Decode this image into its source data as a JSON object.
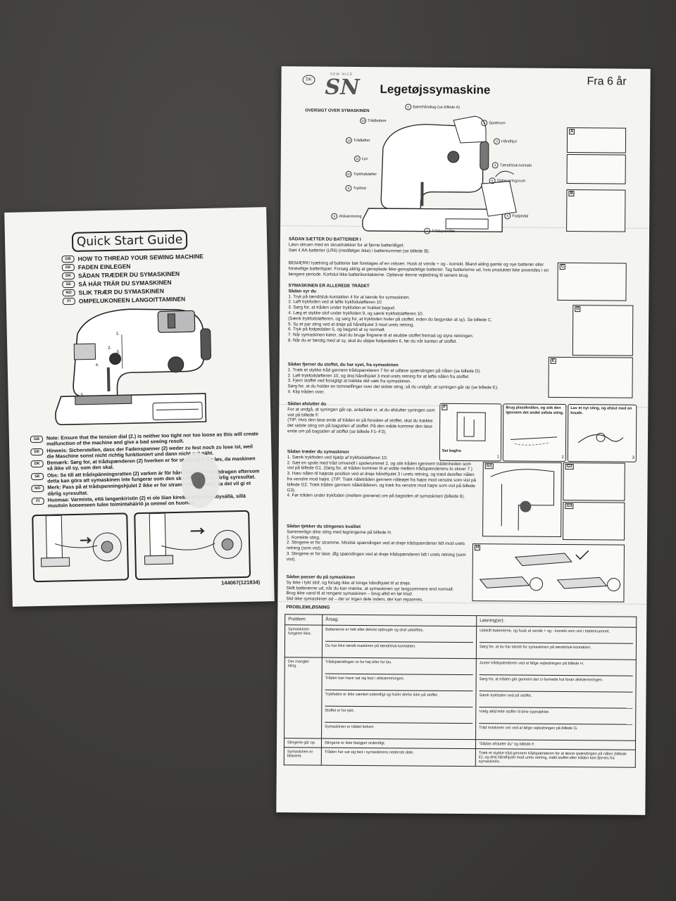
{
  "quick_start": {
    "title": "Quick Start Guide",
    "lines": [
      {
        "lang": "GB",
        "text": "HOW TO THREAD YOUR SEWING MACHINE"
      },
      {
        "lang": "DE",
        "text": "FADEN EINLEGEN"
      },
      {
        "lang": "DK",
        "text": "SÅDAN TRÆDER DU SYMASKINEN"
      },
      {
        "lang": "SE",
        "text": "SÅ HÄR TRÄR DU SYMASKINEN"
      },
      {
        "lang": "NO",
        "text": "SLIK TRÆR DU SYMASKINEN"
      },
      {
        "lang": "FI",
        "text": "OMPELUKONEEN LANGOITTAMINEN"
      }
    ],
    "diagram_labels": [
      "1.",
      "2.",
      "3.",
      "4.",
      "5."
    ],
    "notes": [
      {
        "lang": "GB",
        "text": "Note: Ensure that the tension dial (2.) is neither too tight nor too loose as this will create malfunction of the machine and give a bad sewing result."
      },
      {
        "lang": "DE",
        "text": "Hinweis: Sicherstellen, dass der Fadenspanner (2) weder zu fest noch zu lose ist, weil die Maschine sonst nicht richtig funktioniert und dann nicht gut näht."
      },
      {
        "lang": "DK",
        "text": "Bemærk: Sørg for, at trådspænderen (2) hverken er for stram eller for løs, da maskinen så ikke vil sy, som den skal."
      },
      {
        "lang": "SE",
        "text": "Obs: Se till att trådspänningsratten (2) varken är för hård eller för löst åtdragen eftersom detta kan göra att symaskinen inte fungerar som den ska, det vil gi et dårlig syresultat."
      },
      {
        "lang": "NO",
        "text": "Merk: Pass på at trådspenningshjulet 2 ikke er for stramt eller for løst, da det vil gi et dårlig syresultat."
      },
      {
        "lang": "FI",
        "text": "Huomaa: Varmista, että langankiristin (2) ei ole liian kireällä eikä liian löysällä, sillä muutoin koneeseen tulee toimintahäiriö ja ommel on huonoa."
      }
    ],
    "code": "144067(121834)"
  },
  "manual": {
    "lang_badge": "DK",
    "brand_small": "SEW NICE",
    "brand": "SN",
    "title": "Legetøjssymaskine",
    "age": "Fra 6 år",
    "overview_heading": "OVERSIGT OVER SYMASKINEN",
    "callouts": [
      {
        "n": "1",
        "text": "Bærehåndtag (se billede A)"
      },
      {
        "n": "13",
        "text": "Trådledere"
      },
      {
        "n": "2",
        "text": "Spolerum"
      },
      {
        "n": "12",
        "text": "Trådløfter"
      },
      {
        "n": "3",
        "text": "Håndhjul"
      },
      {
        "n": "11",
        "text": "Lys"
      },
      {
        "n": "4",
        "text": "Tænd/sluk-kontakt"
      },
      {
        "n": "10",
        "text": "Trykfodsløfter"
      },
      {
        "n": "5",
        "text": "Opbevaringsrum"
      },
      {
        "n": "9",
        "text": "Trykfod"
      },
      {
        "n": "6",
        "text": "Fodpedal"
      },
      {
        "n": "8",
        "text": "Afskærmning"
      },
      {
        "n": "7",
        "text": "Trådspænder"
      }
    ],
    "sections": [
      {
        "heading": "SÅDAN SÆTTER DU BATTERIER I",
        "lines": [
          "Løsn skruen med en skruetrækker for at fjerne batterilåget.",
          "Sæt 4 AA-batterier (LR6) (medfølger ikke) i batterirummet (se billede B)."
        ]
      },
      {
        "heading": "",
        "lines": [
          "BEMÆRK! Isætning af batterier bør foretages af en voksen. Husk at vende + og - korrekt. Bland aldrig gamle og nye batterier eller forskellige batterityper. Forsøg aldrig at genoplade ikke-genopladelige batterier. Tag batterierne ud, hvis produktet ikke anvendes i en længere periode. Kortslut ikke batterikontakterne. Opbevar denne vejledning til senere brug."
        ]
      },
      {
        "heading": "SYMASKINEN ER ALLEREDE TRÅDET",
        "lines": [
          "Sådan syr du",
          "1. Tryk på tænd/sluk-kontakten 4 for at tænde for symaskinen.",
          "2. Løft trykfoden ved at løfte trykfodsløfteren 10.",
          "3. Sørg for, at tråden under trykfoden er trukket bagud.",
          "4. Læg et stykke stof under trykfoden 9, og sænk trykfodsløfteren 10.",
          "(Sænk trykfodsløfteren, og sørg for, at trykfoden hviler på stoffet, inden du begynder at sy). Se billede C.",
          "5. Sy et par sting ved at dreje på håndhjulet 3 mod urets retning.",
          "6. Tryk på fodpedalen 6, og begynd at sy normalt.",
          "7. Når symaskinen kører, skal du bruge fingrene til at skubbe stoffet fremad og styre retningen.",
          "8. Når du er færdig med at sy, skal du slippe fodpedalen 6, før du når kanten af stoffet."
        ]
      },
      {
        "heading": "Sådan fjerner du stoffet, du har syet, fra symaskinen",
        "lines": [
          "1. Træk et stykke tråd gennem trådspænderen 7 for at udløse spændingen på nålen (se billede D).",
          "2. Løft trykfodsløfteren 10, og drej håndhjulet 3 mod urets retning for at løfte nålen fra stoffet.",
          "3. Fjern stoffet ved forsigtigt at trække det væk fra symaskinen.",
          "Sørg for, at du holder en tommelfinger over det sidste sting, så du undgår, at syningen går op (se billede E).",
          "4. Klip tråden over."
        ]
      },
      {
        "heading": "Sådan afslutter du",
        "lines": [
          "For at undgå, at syningen går op, anbefaler vi, at du afslutter syningen som vist på billede F.",
          "(TIP: Hvis den løse ende af tråden er på forsiden af stoffet, skal du trække det sidste sting om på bagsiden af stoffet. På den måde kommer den løse ende om på bagsiden af stoffet (se billede F1–F3)."
        ]
      },
      {
        "heading": "Sådan træder du symaskinen",
        "lines": [
          "1. Sænk trykfoden ved hjælp af trykfodsløfteren 10.",
          "2. Sæt en spole med tråd omvendt i spolerummet 2, og stik tråden igennem trådenheden som vist på billede G1. (Sørg for, at tråden kommer til at sidde mellem trådspænderens to skiver 7.)",
          "3. Hæv nålen til højeste position ved at dreje håndhjulet 3 i urets retning, og træd derefter nålen fra venstre mod højre. (TIP: Træk nåletråden gennem nåleøjet fra højre mod venstre som vist på billede G2. Træk tråden gennem nåletråderen, og træk fra venstre mod højre som vist på billede G3).",
          "4. Før tråden under trykfoden (mellem grenene) om på bagsiden af symaskinen (billede 6)."
        ]
      },
      {
        "heading": "Sådan tjekker du stingenes kvalitet",
        "lines": [
          "Sammenlign dine sting med tegningerne på billede H.",
          "1. Korrekte sting.",
          "2. Stingene er for stramme. Mindsk spændingen ved at dreje trådspænderen lidt mod urets retning (som vist).",
          "3. Stingene er for løse. Øg spændingen ved at dreje trådspænderen lidt i urets retning (som vist)."
        ]
      },
      {
        "heading": "Sådan passer du på symaskinen",
        "lines": [
          "Sy ikke i tykt stof, og forsøg ikke at tvinge håndhjulet til at dreje.",
          "Skift batterierne ud, når du kan mærke, at symaskinen syr langsommere end normalt.",
          "Brug ikke vand til at rengøre symaskinen – brug altid en tør klud.",
          "Skil ikke symaskinen ad – der er ingen dele indeni, der kan repareres."
        ]
      }
    ],
    "picture_labels": [
      "A",
      "B",
      "C",
      "D",
      "E"
    ],
    "f_panels": [
      {
        "label": "F",
        "caption": "Set bagfra",
        "num": "1"
      },
      {
        "label": "",
        "caption": "Brug plastiknålen, og stik den igennem det andet sidste sting.",
        "num": "2"
      },
      {
        "label": "",
        "caption": "Lav et nyt sting, og afslut med en knude.",
        "num": "3"
      }
    ],
    "g_labels": [
      "G1",
      "G2",
      "G3"
    ],
    "h_label": "H",
    "problems_heading": "PROBLEMLØSNING",
    "table_headers": [
      "Problem:",
      "Årsag:",
      "Løsning(er):"
    ],
    "table_rows": [
      {
        "problem": "Symaskinen fungerer ikke.",
        "causes": [
          {
            "cause": "Batterierne er helt eller delvist opbrugte og skal udskiftes.",
            "solution": "Udskift batterierne, og husk at vende + og - korrekt som vist i batterirummet."
          },
          {
            "cause": "Du har ikke tændt maskinen på tænd/sluk-kontakten.",
            "solution": "Sørg for, at du har tændt for symaskinen på tænd/sluk-kontakten."
          }
        ]
      },
      {
        "problem": "Der mangler sting.",
        "causes": [
          {
            "cause": "Trådspændingen er for høj eller for lav.",
            "solution": "Juster trådspænderen ved at følge vejledningen på billede H."
          },
          {
            "cause": "Tråden kan have sat sig fast i afskærmningen.",
            "solution": "Sørg for, at tråden går gennem det U-formede hul foran afskærmningen."
          },
          {
            "cause": "Trykfoden er ikke sænket ordentligt og hviler derfor ikke på stoffet.",
            "solution": "Sænk trykfoden ned på stoffet."
          },
          {
            "cause": "Stoffet er for tykt.",
            "solution": "Vælg altid lette stoffer til dine syprojekter."
          },
          {
            "cause": "Symaskinen er trådet forkert.",
            "solution": "Tråd maskinen om ved at følge vejledningen på billede G."
          }
        ]
      },
      {
        "problem": "Stingene går op.",
        "causes": [
          {
            "cause": "Stingene er ikke fastgjort ordentligt.",
            "solution": "\"Sådan afslutter du\" og billede F."
          }
        ]
      },
      {
        "problem": "Symaskinen er blokeret.",
        "causes": [
          {
            "cause": "Tråden har sat sig fast i symaskinens nederste dele.",
            "solution": "Træk et stykke tråd gennem trådspænderen for at løsne spændingen på nålen (billede E), og drej håndhjulet mod urets retning, indtil stoffet eller tråden kan fjernes fra symaskinen."
          }
        ]
      }
    ]
  }
}
